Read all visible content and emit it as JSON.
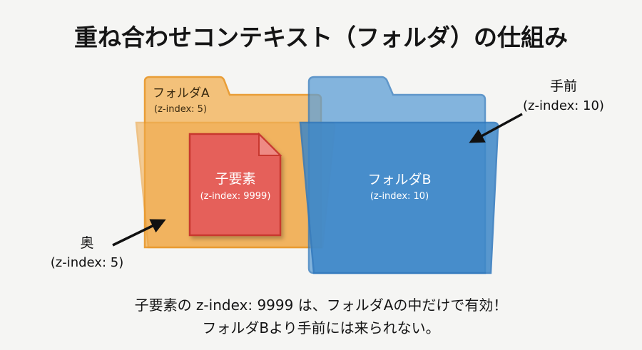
{
  "title": "重ね合わせコンテキスト（フォルダ）の仕組み",
  "folder_a": {
    "name": "フォルダA",
    "z": "(z-index: 5)",
    "color": "#f0a94a"
  },
  "folder_b": {
    "name": "フォルダB",
    "z": "(z-index: 10)",
    "color": "#3d87c8"
  },
  "child": {
    "name": "子要素",
    "z": "(z-index: 9999)",
    "color": "#e2574f"
  },
  "labels": {
    "back": "奥",
    "back_z": "(z-index: 5)",
    "front": "手前",
    "front_z": "(z-index: 10)"
  },
  "caption": {
    "line1": "子要素の z-index: 9999 は、フォルダAの中だけで有効！",
    "line2": "フォルダBより手前には来られない。"
  }
}
